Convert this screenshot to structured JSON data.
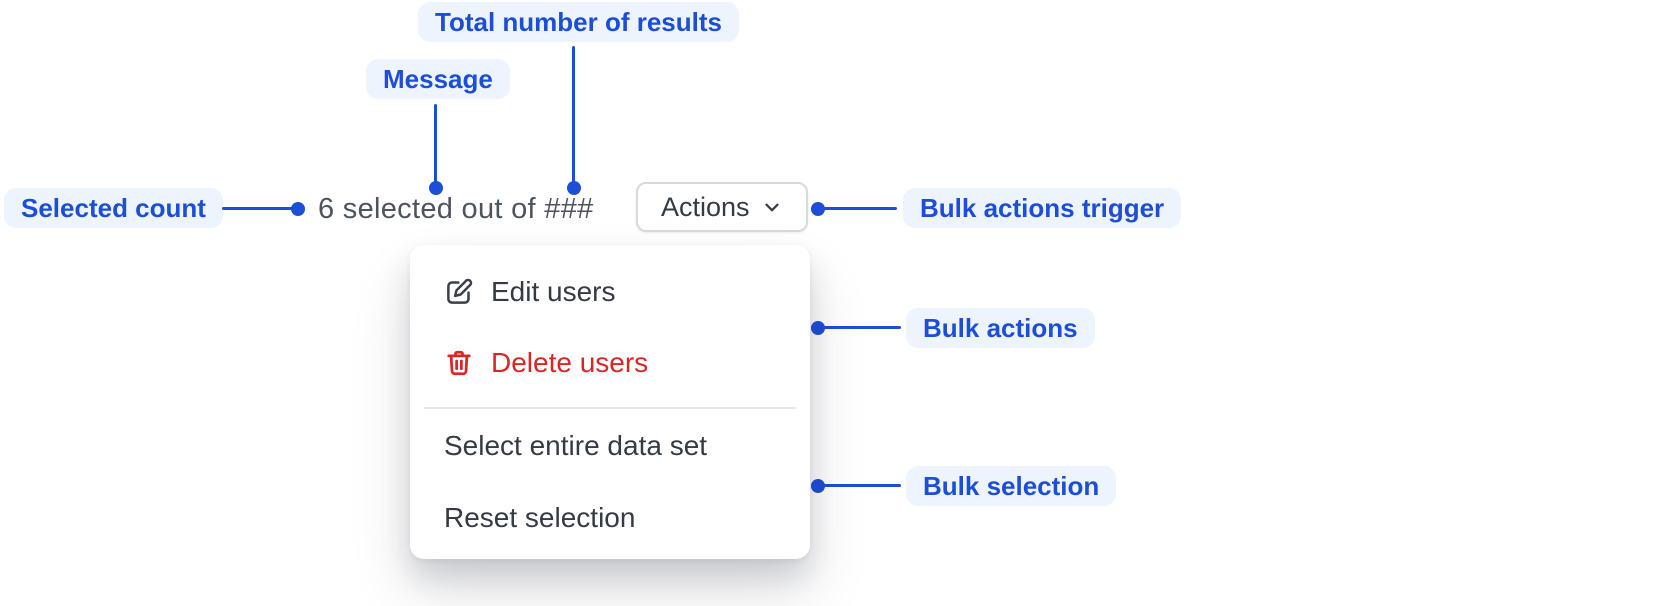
{
  "colors": {
    "accent": "#1d4ed8",
    "label_bg": "#eef4fe",
    "destructive": "#dc2626",
    "text_dark": "#343b44",
    "text_muted": "#4e545c",
    "button_border": "#d7dadd",
    "divider": "#e6e8ea",
    "surface": "#ffffff"
  },
  "annotations": {
    "total_results": "Total number of results",
    "message": "Message",
    "selected_count": "Selected count",
    "bulk_actions_trigger": "Bulk actions trigger",
    "bulk_actions": "Bulk actions",
    "bulk_selection": "Bulk selection"
  },
  "toolbar": {
    "selection_message": "6 selected out of ###",
    "actions_button_label": "Actions"
  },
  "menu": {
    "items": [
      {
        "label": "Edit users",
        "icon": "edit-icon",
        "destructive": false
      },
      {
        "label": "Delete users",
        "icon": "trash-icon",
        "destructive": true
      },
      {
        "label": "Select entire data set"
      },
      {
        "label": "Reset selection"
      }
    ]
  },
  "icons": {
    "actions_caret": "chevron-down-icon",
    "edit": "edit-icon",
    "delete": "trash-icon"
  }
}
